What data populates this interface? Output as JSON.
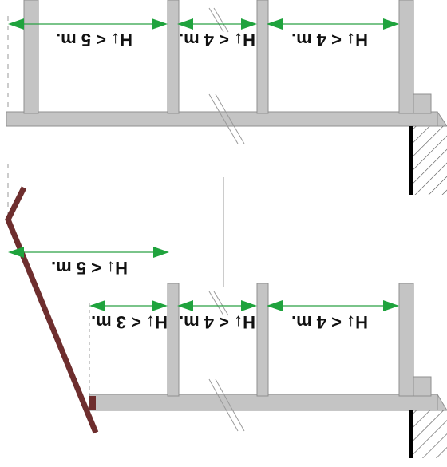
{
  "colors": {
    "structure_fill": "#c4c4c4",
    "structure_stroke": "#8f8f8f",
    "dimension_arrow": "#1fa33d",
    "dimension_line": "#2aa045",
    "slope_line": "#6e2e2e",
    "support_wall": "#000000",
    "hatch": "#555555",
    "guide_line": "#9a9a9a"
  },
  "top_section": {
    "labels": {
      "span_1": "H↓ < 5 m.",
      "span_2": "H↓ < 4 m.",
      "span_3": "H↓ < 4 m."
    }
  },
  "bottom_section": {
    "labels": {
      "upper_span": "H↓ < 5 m.",
      "span_1": "H↓ < 3 m.",
      "span_2": "H↓ < 4 m.",
      "span_3": "H↓ < 4 m."
    }
  },
  "note": {
    "orientation": "image rotated 180 degrees"
  }
}
